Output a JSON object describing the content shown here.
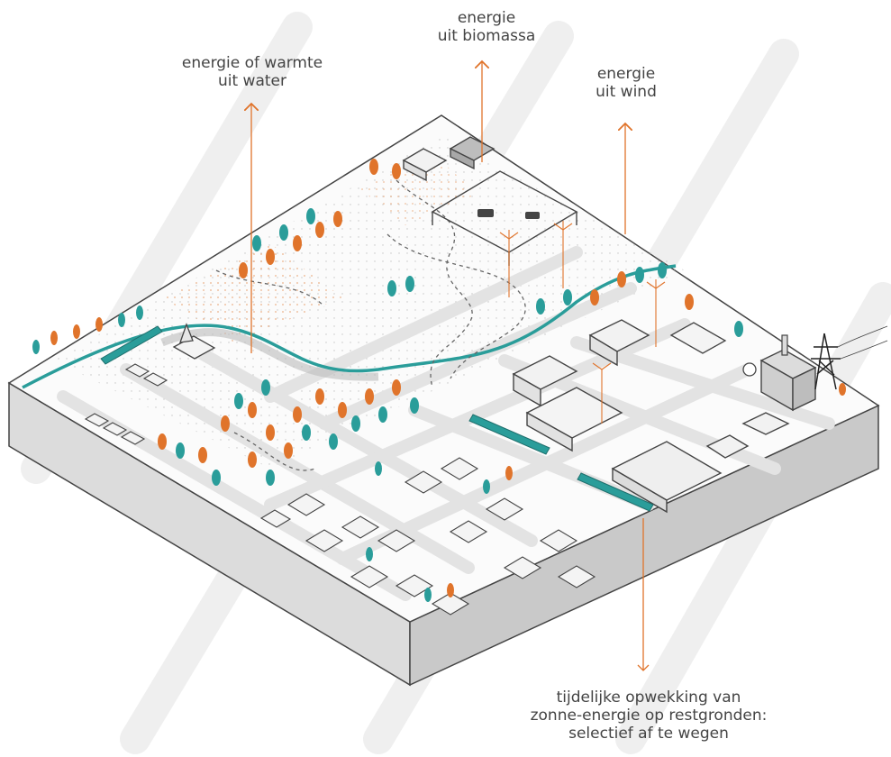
{
  "labels": {
    "water": {
      "line1": "energie of warmte",
      "line2": "uit water"
    },
    "biomass": {
      "line1": "energie",
      "line2": "uit biomassa"
    },
    "wind": {
      "line1": "energie",
      "line2": "uit wind"
    },
    "solar": {
      "line1": "tijdelijke opwekking van",
      "line2": "zonne-energie op restgronden:",
      "line3": "selectief af te wegen"
    }
  },
  "colors": {
    "accent": "#e0742b",
    "teal": "#2a9d9a",
    "line": "#444444",
    "block_side": "#dcdcdc",
    "block_front": "#c9c9c9",
    "road": "#e3e3e3",
    "watermark": "#ececec"
  }
}
